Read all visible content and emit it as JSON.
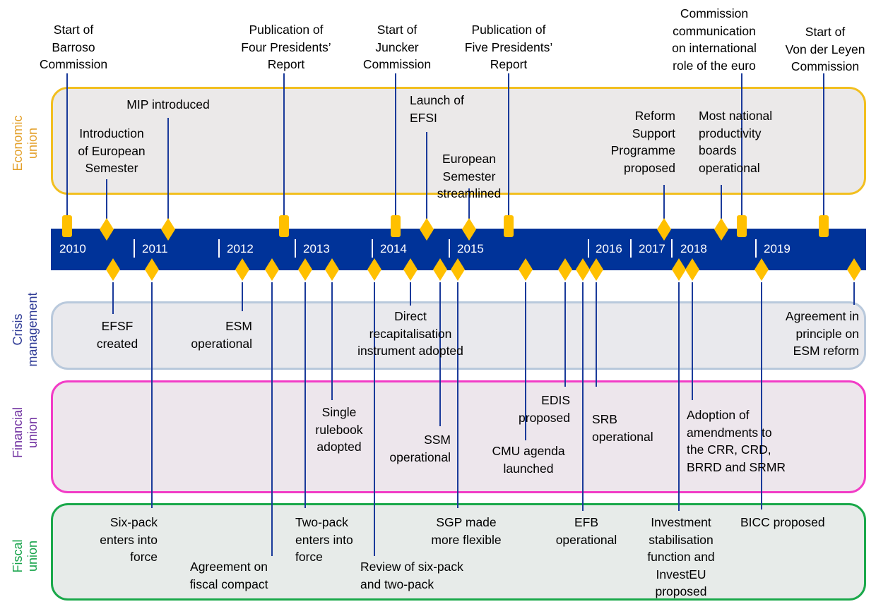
{
  "bands": [
    {
      "id": "economic",
      "label": "Economic union",
      "label_lines": [
        "Economic",
        "union"
      ],
      "color": "#e3a02b",
      "border": "#f2bf1f",
      "fill": "#ebe9e9"
    },
    {
      "id": "crisis",
      "label": "Crisis management",
      "label_lines": [
        "Crisis",
        "management"
      ],
      "color": "#2f3b96",
      "border": "#b9c9dc",
      "fill": "#e9e9ed"
    },
    {
      "id": "financial",
      "label": "Financial union",
      "label_lines": [
        "Financial",
        "union"
      ],
      "color": "#7030a0",
      "border": "#f23cc6",
      "fill": "#ede6ec"
    },
    {
      "id": "fiscal",
      "label": "Fiscal union",
      "label_lines": [
        "Fiscal",
        "union"
      ],
      "color": "#16a34a",
      "border": "#1aa84a",
      "fill": "#e7ebe9"
    }
  ],
  "timeline": {
    "bar_color": "#003399",
    "marker_color": "#ffc000",
    "years": [
      "2010",
      "2011",
      "2012",
      "2013",
      "2014",
      "2015",
      "2016",
      "2017",
      "2018",
      "2019"
    ]
  },
  "commission_events": [
    {
      "label": "Start of Barroso Commission",
      "lines": [
        "Start of",
        "Barroso",
        "Commission"
      ]
    },
    {
      "label": "Publication of Four Presidents' Report",
      "lines": [
        "Publication of",
        "Four Presidents’",
        "Report"
      ]
    },
    {
      "label": "Start of Juncker Commission",
      "lines": [
        "Start of",
        "Juncker",
        "Commission"
      ]
    },
    {
      "label": "Publication of Five Presidents' Report",
      "lines": [
        "Publication of",
        "Five Presidents’",
        "Report"
      ]
    },
    {
      "label": "Commission communication on international role of the euro",
      "lines": [
        "Commission",
        "communication",
        "on international",
        "role of the euro"
      ]
    },
    {
      "label": "Start of Von der Leyen Commission",
      "lines": [
        "Start of",
        "Von der Leyen",
        "Commission"
      ]
    }
  ],
  "economic_events": [
    {
      "label": "Introduction of European Semester",
      "lines": [
        "Introduction",
        "of European",
        "Semester"
      ]
    },
    {
      "label": "MIP introduced",
      "lines": [
        "MIP introduced"
      ]
    },
    {
      "label": "Launch of EFSI",
      "lines": [
        "Launch of",
        "EFSI"
      ]
    },
    {
      "label": "European Semester streamlined",
      "lines": [
        "European",
        "Semester",
        "streamlined"
      ]
    },
    {
      "label": "Reform Support Programme proposed",
      "lines": [
        "Reform",
        "Support",
        "Programme",
        "proposed"
      ]
    },
    {
      "label": "Most national productivity boards operational",
      "lines": [
        "Most national",
        "productivity",
        "boards",
        "operational"
      ]
    }
  ],
  "crisis_events": [
    {
      "label": "EFSF created",
      "lines": [
        "EFSF",
        "created"
      ]
    },
    {
      "label": "ESM operational",
      "lines": [
        "ESM",
        "operational"
      ]
    },
    {
      "label": "Direct recapitalisation instrument adopted",
      "lines": [
        "Direct",
        "recapitalisation",
        "instrument adopted"
      ]
    },
    {
      "label": "Agreement in principle on ESM reform",
      "lines": [
        "Agreement in",
        "principle on",
        "ESM reform"
      ]
    }
  ],
  "financial_events": [
    {
      "label": "Single rulebook adopted",
      "lines": [
        "Single",
        "rulebook",
        "adopted"
      ]
    },
    {
      "label": "SSM operational",
      "lines": [
        "SSM",
        "operational"
      ]
    },
    {
      "label": "CMU agenda launched",
      "lines": [
        "CMU agenda",
        "launched"
      ]
    },
    {
      "label": "EDIS proposed",
      "lines": [
        "EDIS",
        "proposed"
      ]
    },
    {
      "label": "SRB operational",
      "lines": [
        "SRB",
        "operational"
      ]
    },
    {
      "label": "Adoption of amendments to the CRR, CRD, BRRD and SRMR",
      "lines": [
        "Adoption of",
        "amendments to",
        "the CRR, CRD,",
        "BRRD and SRMR"
      ]
    }
  ],
  "fiscal_events": [
    {
      "label": "Six-pack enters into force",
      "lines": [
        "Six-pack",
        "enters into",
        "force"
      ]
    },
    {
      "label": "Agreement on fiscal compact",
      "lines": [
        "Agreement on",
        "fiscal compact"
      ]
    },
    {
      "label": "Two-pack enters into force",
      "lines": [
        "Two-pack",
        "enters into",
        "force"
      ]
    },
    {
      "label": "Review of six-pack and two-pack",
      "lines": [
        "Review of six-pack",
        "and two-pack"
      ]
    },
    {
      "label": "SGP made more flexible",
      "lines": [
        "SGP made",
        "more flexible"
      ]
    },
    {
      "label": "EFB operational",
      "lines": [
        "EFB",
        "operational"
      ]
    },
    {
      "label": "Investment stabilisation function and InvestEU proposed",
      "lines": [
        "Investment",
        "stabilisation",
        "function and",
        "InvestEU",
        "proposed"
      ]
    },
    {
      "label": "BICC proposed",
      "lines": [
        "BICC proposed"
      ]
    }
  ]
}
